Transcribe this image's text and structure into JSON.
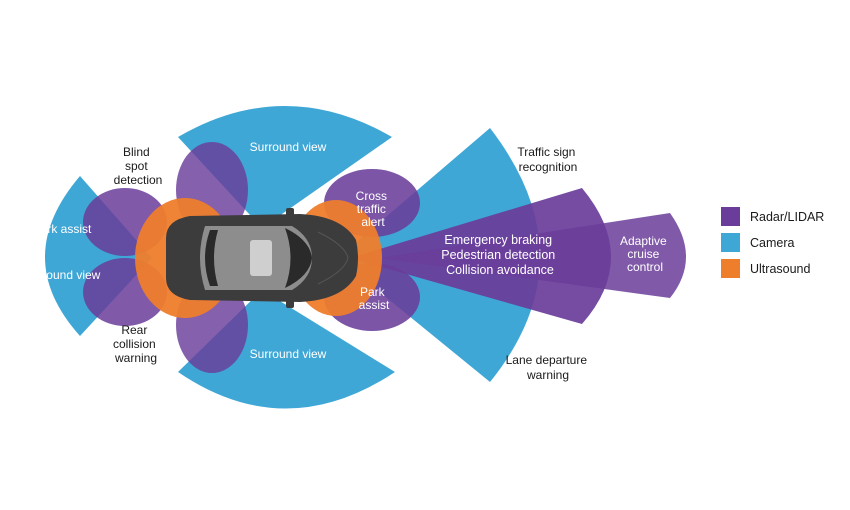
{
  "colors": {
    "radar": "#6a3d9a",
    "camera": "#3fa7d6",
    "ultrasound": "#ee7d2c"
  },
  "labels": {
    "surround_view_top": "Surround view",
    "surround_view_bottom": "Surround view",
    "park_assist_rear": "Park assist",
    "surround_view_rear": "Surround view",
    "blind_spot": [
      "Blind",
      "spot",
      "detection"
    ],
    "rear_collision": [
      "Rear",
      "collision",
      "warning"
    ],
    "cross_traffic": [
      "Cross",
      "traffic",
      "alert"
    ],
    "park_assist_front": [
      "Park",
      "assist"
    ],
    "traffic_sign": [
      "Traffic sign",
      "recognition"
    ],
    "lane_departure": [
      "Lane departure",
      "warning"
    ],
    "front_radar": [
      "Emergency braking",
      "Pedestrian detection",
      "Collision avoidance"
    ],
    "adaptive_cruise": [
      "Adaptive",
      "cruise",
      "control"
    ]
  },
  "legend": [
    {
      "label": "Radar/LIDAR",
      "color": "#6a3d9a"
    },
    {
      "label": "Camera",
      "color": "#3fa7d6"
    },
    {
      "label": "Ultrasound",
      "color": "#ee7d2c"
    }
  ]
}
